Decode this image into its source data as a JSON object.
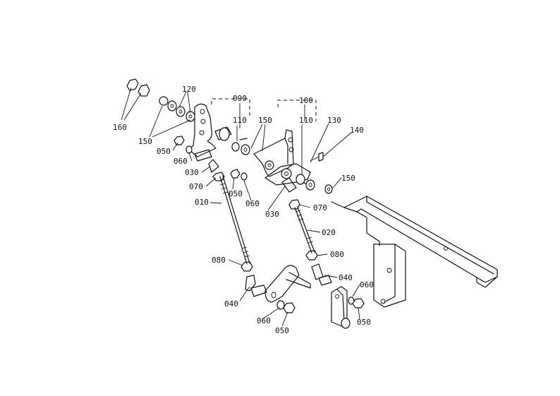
{
  "callouts": {
    "c010": "010",
    "c020": "020",
    "c030a": "030",
    "c030b": "030",
    "c040a": "040",
    "c040b": "040",
    "c050a": "050",
    "c050b": "050",
    "c050c": "050",
    "c050d": "050",
    "c060a": "060",
    "c060b": "060",
    "c060c": "060",
    "c060d": "060",
    "c070a": "070",
    "c070b": "070",
    "c080a": "080",
    "c080b": "080",
    "c090": "090",
    "c100": "100",
    "c110a": "110",
    "c110b": "110",
    "c120": "120",
    "c130": "130",
    "c140": "140",
    "c150a": "150",
    "c150b": "150",
    "c150c": "150",
    "c160": "160"
  }
}
